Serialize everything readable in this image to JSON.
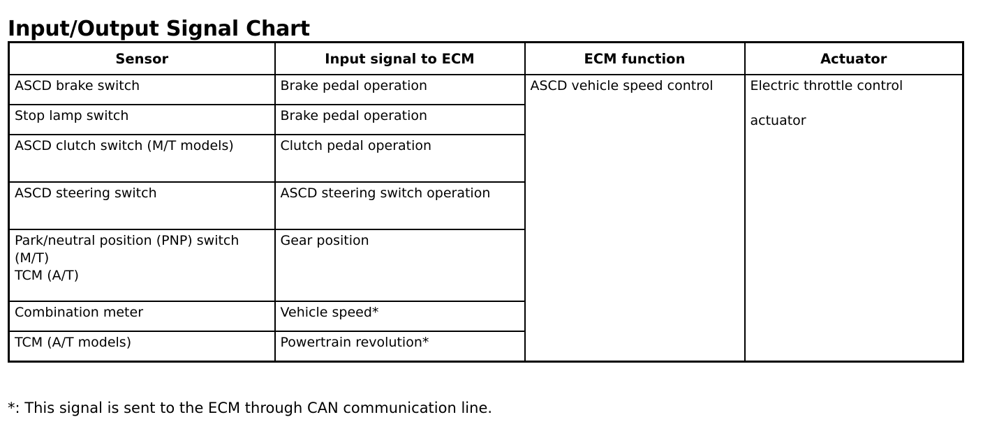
{
  "document": {
    "title": "Input/Output Signal Chart",
    "footnote": "*: This signal is sent to the ECM through CAN communication line."
  },
  "table": {
    "headers": {
      "sensor": "Sensor",
      "input_signal": "Input signal to ECM",
      "ecm_function": "ECM function",
      "actuator": "Actuator"
    },
    "merged": {
      "ecm_function": "ASCD vehicle speed control",
      "actuator_line1": "Electric throttle control",
      "actuator_line2": "actuator"
    },
    "rows": [
      {
        "sensor": "ASCD brake switch",
        "input_signal": "Brake pedal operation"
      },
      {
        "sensor": "Stop lamp switch",
        "input_signal": "Brake pedal operation"
      },
      {
        "sensor": "ASCD clutch switch (M/T models)",
        "input_signal": "Clutch pedal operation"
      },
      {
        "sensor": "ASCD steering switch",
        "input_signal": "ASCD steering switch operation"
      },
      {
        "sensor": "Park/neutral position (PNP) switch (M/T)\nTCM (A/T)",
        "input_signal": "Gear position"
      },
      {
        "sensor": "Combination meter",
        "input_signal": "Vehicle speed*"
      },
      {
        "sensor": "TCM (A/T models)",
        "input_signal": "Powertrain revolution*"
      }
    ]
  }
}
